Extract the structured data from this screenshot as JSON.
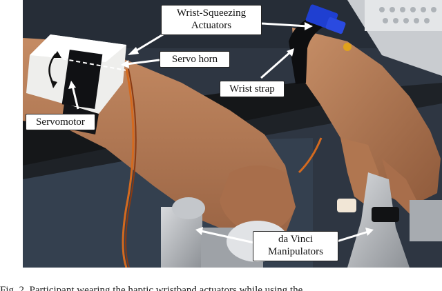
{
  "labels": {
    "wrist_squeezing_actuators": "Wrist-Squeezing\nActuators",
    "servo_horn": "Servo horn",
    "wrist_strap": "Wrist strap",
    "servomotor": "Servomotor",
    "da_vinci_manipulators": "da Vinci\nManipulators"
  },
  "caption": "Fig. 2.   Participant wearing the haptic wristband actuators while using the",
  "colors": {
    "background": "#2b2f35",
    "skin": "#b8805a",
    "label_border": "#222222",
    "actuator_blue": "#1f3fd1"
  }
}
